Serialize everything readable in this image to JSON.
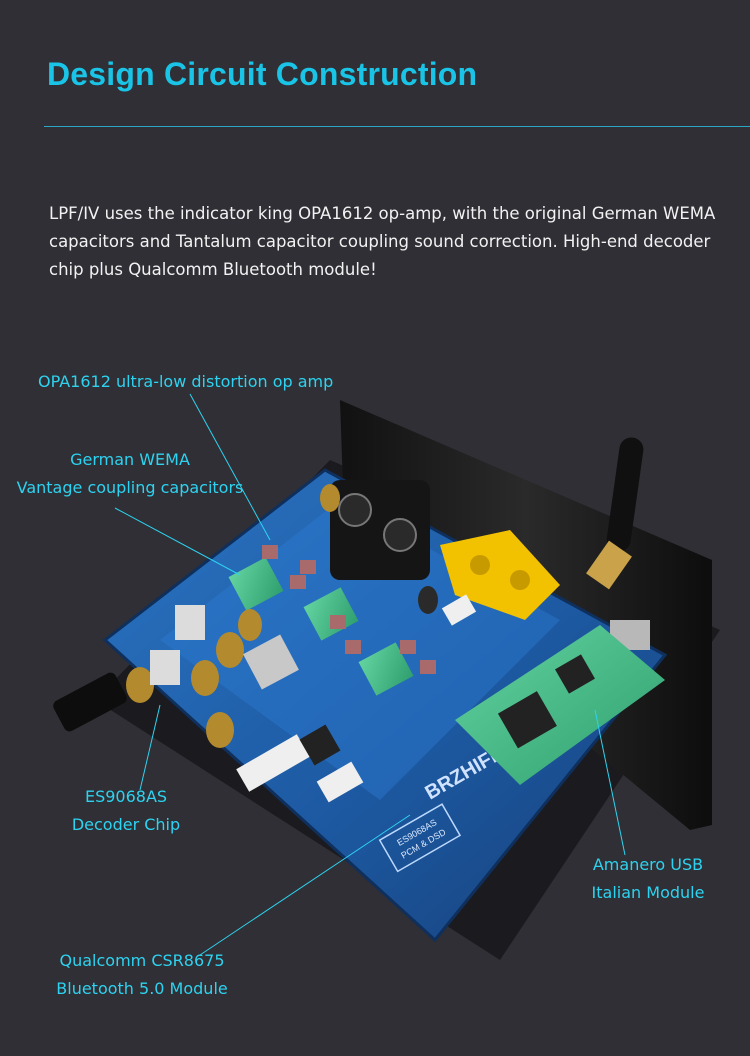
{
  "header": {
    "title": "Design Circuit Construction"
  },
  "intro": {
    "text": "LPF/IV uses the indicator king OPA1612 op-amp, with the original German WEMA capacitors and Tantalum capacitor coupling sound correction. High-end decoder chip plus Qualcomm Bluetooth module!"
  },
  "callouts": {
    "opamp": {
      "line1": "OPA1612 ultra-low distortion op amp"
    },
    "wema": {
      "line1": "German WEMA",
      "line2": "Vantage coupling capacitors"
    },
    "decoder": {
      "line1": "ES9068AS",
      "line2": "Decoder Chip"
    },
    "amanero": {
      "line1": "Amanero USB",
      "line2": "Italian Module"
    },
    "bluetooth": {
      "line1": "Qualcomm CSR8675",
      "line2": "Bluetooth 5.0 Module"
    }
  },
  "board": {
    "brand_mark": "BRZHIFI",
    "chip_label_line1": "ES9068AS",
    "chip_label_line2": "PCM & DSD"
  },
  "colors": {
    "background": "#2f2f35",
    "accent": "#19c4e6",
    "pcb": "#1f5fa8"
  }
}
